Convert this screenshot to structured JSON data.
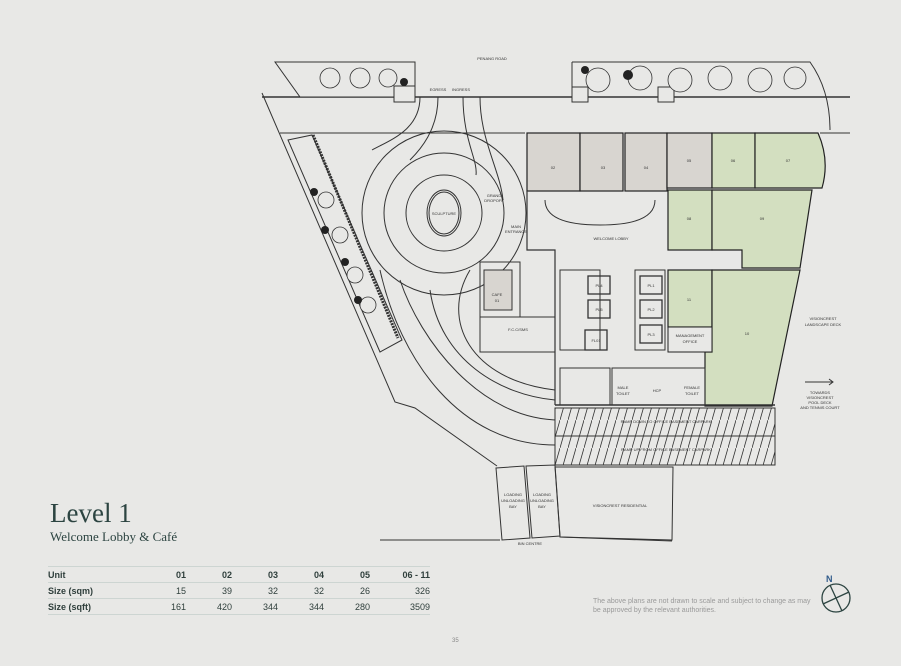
{
  "page": {
    "title": "Level 1",
    "subtitle": "Welcome Lobby & Café",
    "page_number": "35"
  },
  "table": {
    "headers": [
      "Unit",
      "01",
      "02",
      "03",
      "04",
      "05",
      "06 - 11"
    ],
    "rows": [
      {
        "label": "Size (sqm)",
        "values": [
          "15",
          "39",
          "32",
          "32",
          "26",
          "326"
        ]
      },
      {
        "label": "Size (sqft)",
        "values": [
          "161",
          "420",
          "344",
          "344",
          "280",
          "3509"
        ]
      }
    ]
  },
  "disclaimer": "The above plans are not drawn to scale and subject to change as may be approved by the relevant authorities.",
  "compass": {
    "label": "N"
  },
  "plan": {
    "road": "PENANG ROAD",
    "egress": "EGRESS",
    "ingress": "INGRESS",
    "sculpture": "SCULPTURE",
    "grand_dropoff": [
      "GRAND",
      "DROPOFF"
    ],
    "main_entrance": [
      "MAIN",
      "ENTRANCE"
    ],
    "welcome_lobby": "WELCOME LOBBY",
    "cafe": [
      "CAFE",
      "01"
    ],
    "fcc": "F.C.C/SMS",
    "units": {
      "u02": "02",
      "u03": "03",
      "u04": "04",
      "u05": "05",
      "u06": "06",
      "u07": "07",
      "u08": "08",
      "u09": "09",
      "u10": "10",
      "u11": "11"
    },
    "lifts": {
      "pl1": "PL1",
      "pl2": "PL2",
      "pl3": "PL3",
      "pl4": "PL4",
      "pl5": "PL5",
      "fl": "FL01"
    },
    "management_office": [
      "MANAGEMENT",
      "OFFICE"
    ],
    "male_toilet": [
      "MALE",
      "TOILET"
    ],
    "hcp": "HCP",
    "female_toilet": [
      "FEMALE",
      "TOILET"
    ],
    "landscape_deck": [
      "VISIONCREST",
      "LANDSCAPE DECK"
    ],
    "towards": [
      "TOWARDS",
      "VISIONCREST",
      "POOL DECK",
      "AND TENNIS COURT"
    ],
    "ramp_down": "RAMP DOWN TO OFFICE BASEMENT CARPARK",
    "ramp_up": "RAMP UP FROM OFFICE BASEMENT CARPARK",
    "loading_bay": [
      "LOADING",
      "UNLOADING",
      "BAY"
    ],
    "residential": "VISIONCREST RESIDENTIAL",
    "bin_centre": "BIN CENTRE"
  },
  "colors": {
    "available": "#d3dfc0",
    "sold": "#d8d5d0",
    "accent": "#2c4441"
  }
}
